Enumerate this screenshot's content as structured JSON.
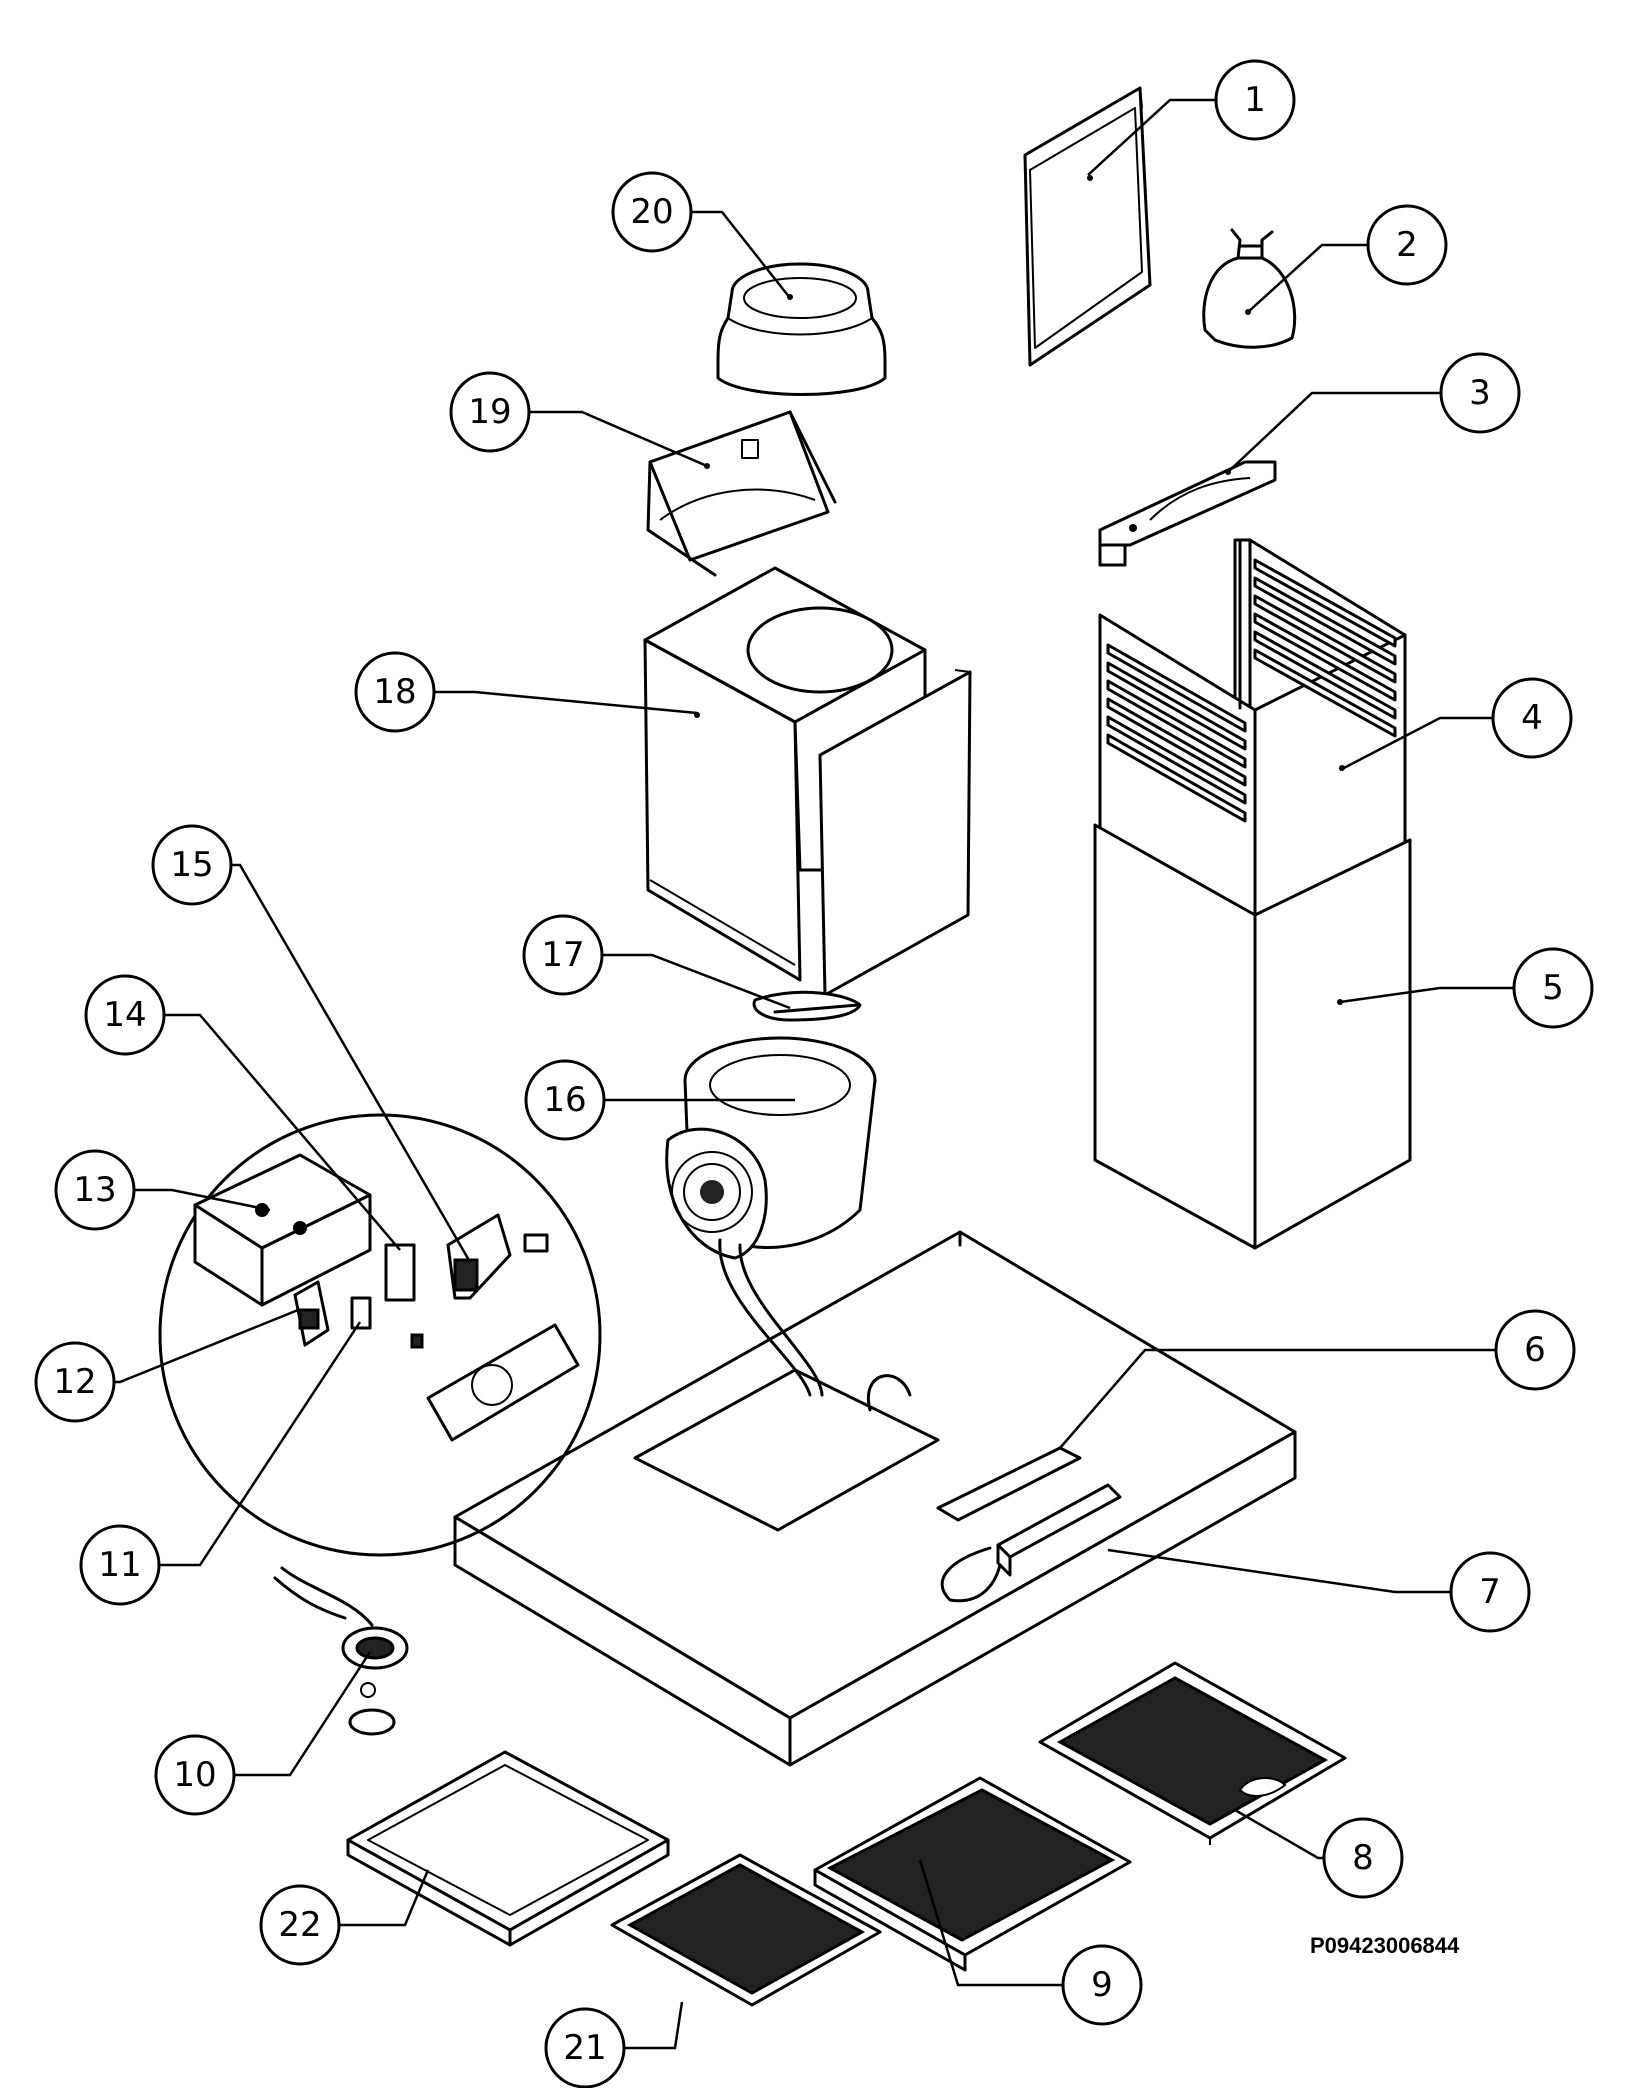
{
  "part_code": "P09423006844",
  "callouts": [
    {
      "id": "1",
      "label": "1"
    },
    {
      "id": "2",
      "label": "2"
    },
    {
      "id": "3",
      "label": "3"
    },
    {
      "id": "4",
      "label": "4"
    },
    {
      "id": "5",
      "label": "5"
    },
    {
      "id": "6",
      "label": "6"
    },
    {
      "id": "7",
      "label": "7"
    },
    {
      "id": "8",
      "label": "8"
    },
    {
      "id": "9",
      "label": "9"
    },
    {
      "id": "10",
      "label": "10"
    },
    {
      "id": "11",
      "label": "11"
    },
    {
      "id": "12",
      "label": "12"
    },
    {
      "id": "13",
      "label": "13"
    },
    {
      "id": "14",
      "label": "14"
    },
    {
      "id": "15",
      "label": "15"
    },
    {
      "id": "16",
      "label": "16"
    },
    {
      "id": "17",
      "label": "17"
    },
    {
      "id": "18",
      "label": "18"
    },
    {
      "id": "19",
      "label": "19"
    },
    {
      "id": "20",
      "label": "20"
    },
    {
      "id": "21",
      "label": "21"
    },
    {
      "id": "22",
      "label": "22"
    }
  ]
}
